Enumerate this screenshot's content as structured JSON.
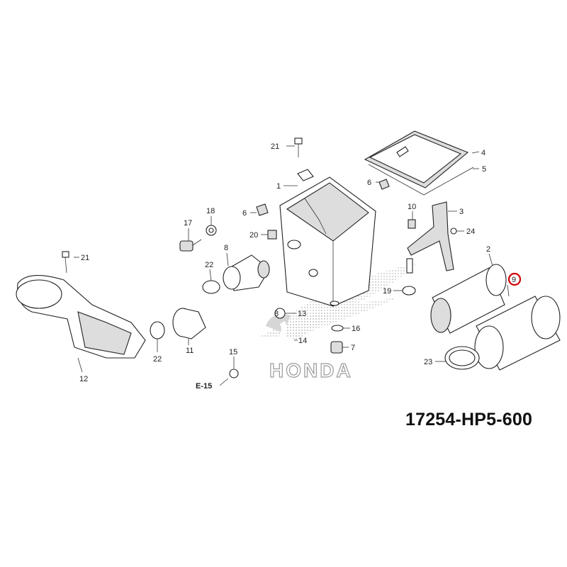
{
  "part_number": "17254-HP5-600",
  "watermark": "HONDA",
  "highlight_color": "#d00000",
  "reference_label": "E-15",
  "callouts": {
    "c21a": "21",
    "c4": "4",
    "c5": "5",
    "c1": "1",
    "c6a": "6",
    "c6b": "6",
    "c18": "18",
    "c17": "17",
    "c20": "20",
    "c10": "10",
    "c3": "3",
    "c24": "24",
    "c21b": "21",
    "c8a": "8",
    "c22a": "22",
    "c2": "2",
    "c9": "9",
    "c19": "19",
    "c8b": "8",
    "c13": "13",
    "c16": "16",
    "c14": "14",
    "c7": "7",
    "c11": "11",
    "c22b": "22",
    "c12": "12",
    "c15": "15",
    "c23": "23"
  }
}
